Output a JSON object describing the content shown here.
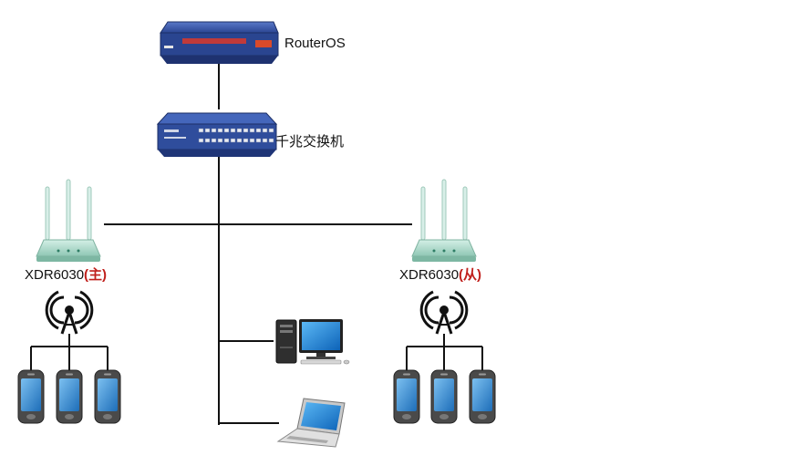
{
  "nodes": {
    "router": {
      "label": "RouterOS"
    },
    "switch": {
      "label": "千兆交换机"
    },
    "ap_main": {
      "label_model": "XDR6030",
      "label_role": "(主)"
    },
    "ap_sub": {
      "label_model": "XDR6030",
      "label_role": "(从)"
    }
  },
  "colors": {
    "line": "#111111",
    "router_body": "#2c4a98",
    "switch_body": "#2f4d9c",
    "ap_body": "#a8d8c8",
    "role_accent": "#c0201c",
    "monitor_screen": "#1e88e5",
    "phone_screen": "#3b8fd6"
  },
  "icons": [
    "router-icon",
    "switch-icon",
    "wireless-ap-icon",
    "antenna-tower-icon",
    "smartphone-icon",
    "desktop-computer-icon",
    "laptop-icon"
  ]
}
